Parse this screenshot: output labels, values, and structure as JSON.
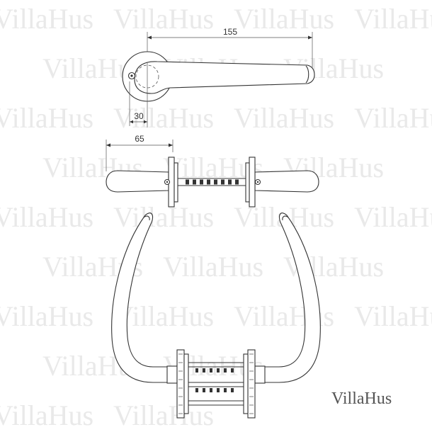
{
  "dimensions": {
    "length_top": "155",
    "rose_offset": "30",
    "projection": "65"
  },
  "brand": {
    "logo_text": "VillaHus",
    "watermark_text": "VillaHus"
  },
  "colors": {
    "line": "#333333",
    "watermark": "#e9e9e9",
    "logo": "#555555"
  }
}
